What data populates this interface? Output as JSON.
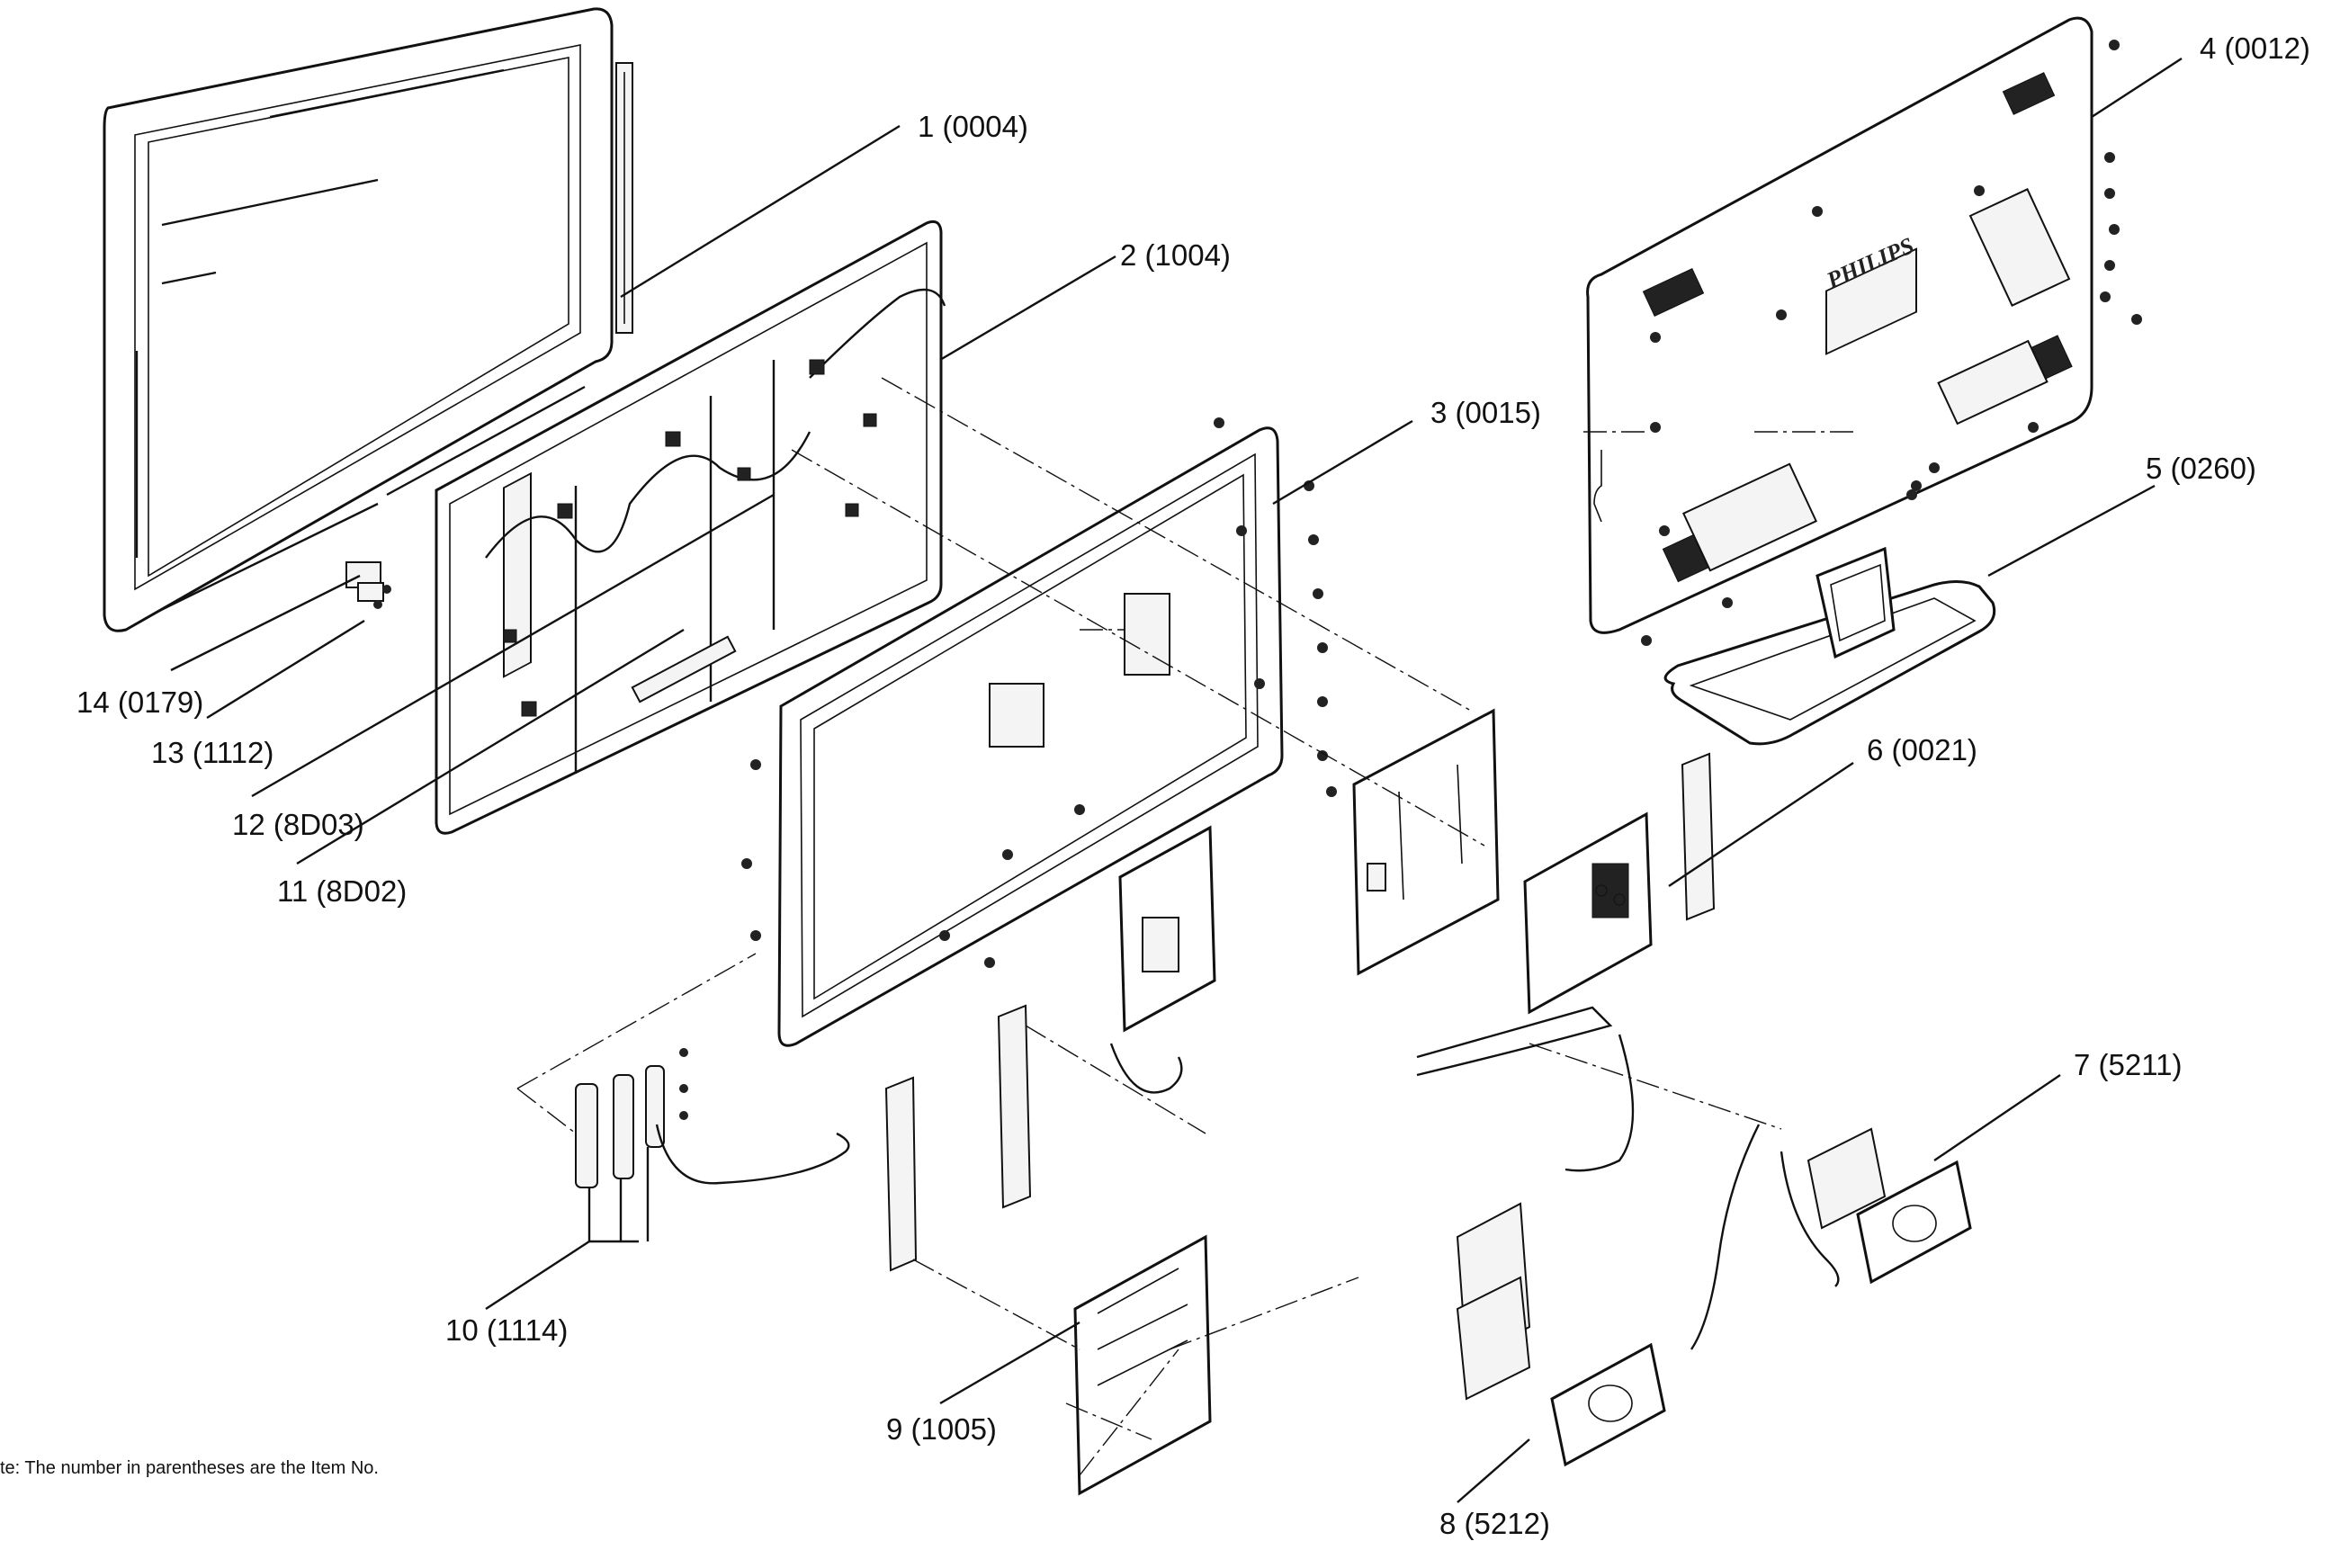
{
  "callouts": {
    "c1": "1 (0004)",
    "c2": "2 (1004)",
    "c3": "3 (0015)",
    "c4": "4 (0012)",
    "c5": "5 (0260)",
    "c6": "6 (0021)",
    "c7": "7 (5211)",
    "c8": "8 (5212)",
    "c9": "9 (1005)",
    "c10": "10 (1114)",
    "c11": "11 (8D02)",
    "c12": "12 (8D03)",
    "c13": "13 (1112)",
    "c14": "14 (0179)"
  },
  "brand": "PHILIPS",
  "note": "te: The number in parentheses are the Item No."
}
